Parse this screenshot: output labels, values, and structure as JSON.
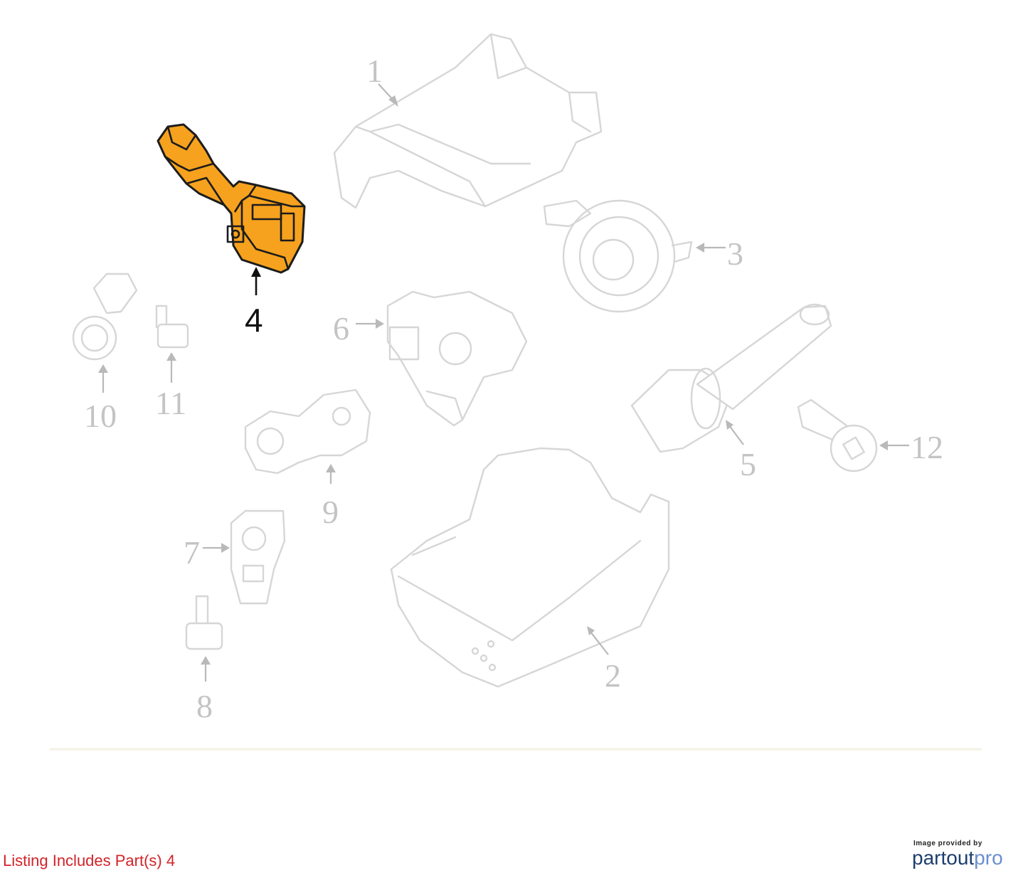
{
  "diagram": {
    "callouts": [
      {
        "id": "1",
        "label": "1"
      },
      {
        "id": "2",
        "label": "2"
      },
      {
        "id": "3",
        "label": "3"
      },
      {
        "id": "4",
        "label": "4",
        "highlighted": true
      },
      {
        "id": "5",
        "label": "5"
      },
      {
        "id": "6",
        "label": "6"
      },
      {
        "id": "7",
        "label": "7"
      },
      {
        "id": "8",
        "label": "8"
      },
      {
        "id": "9",
        "label": "9"
      },
      {
        "id": "10",
        "label": "10"
      },
      {
        "id": "11",
        "label": "11"
      },
      {
        "id": "12",
        "label": "12"
      }
    ],
    "colors": {
      "highlight": "#f6a21e",
      "outline": "#d6d6d6",
      "callout": "#c4c4c4",
      "note": "#d2232a",
      "brand": "#1d3e6e"
    }
  },
  "footer": {
    "note": "Listing Includes Part(s) 4",
    "credit_prefix": "Image provided by",
    "brand_part1": "partout",
    "brand_part2": "pro"
  }
}
